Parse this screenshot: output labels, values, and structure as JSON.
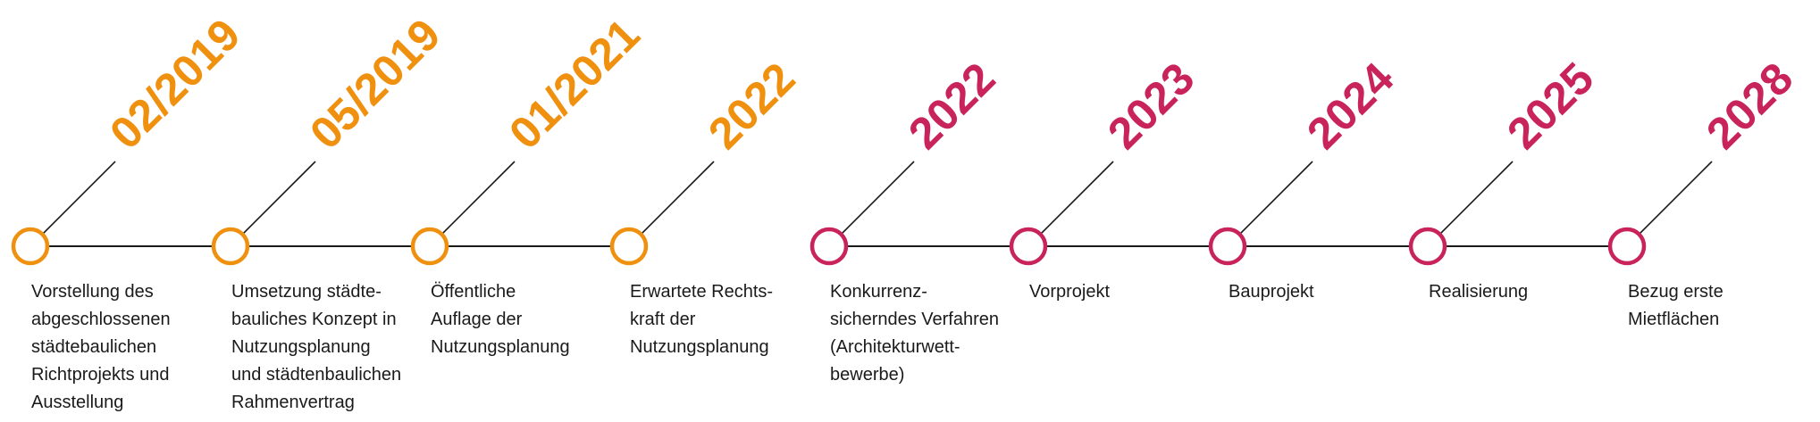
{
  "colors": {
    "orange": "#F0900F",
    "magenta": "#C8235A",
    "line": "#1a1a1a",
    "text": "#1a1a1a"
  },
  "milestones": [
    {
      "date": "02/2019",
      "color": "orange",
      "text": [
        "Vorstellung des",
        "abgeschlossenen",
        "städtebaulichen",
        "Richtprojekts und",
        "Ausstellung"
      ]
    },
    {
      "date": "05/2019",
      "color": "orange",
      "text": [
        "Umsetzung städte-",
        "bauliches Konzept in",
        "Nutzungsplanung",
        "und städtenbaulichen",
        "Rahmenvertrag"
      ]
    },
    {
      "date": "01/2021",
      "color": "orange",
      "text": [
        "Öffentliche",
        "Auflage der",
        "Nutzungsplanung"
      ]
    },
    {
      "date": "2022",
      "color": "orange",
      "text": [
        "Erwartete Rechts-",
        "kraft der",
        "Nutzungsplanung"
      ]
    },
    {
      "date": "2022",
      "color": "magenta",
      "text": [
        "Konkurrenz-",
        "sicherndes Verfahren",
        "(Architekturwett-",
        "bewerbe)"
      ]
    },
    {
      "date": "2023",
      "color": "magenta",
      "text": [
        "Vorprojekt"
      ]
    },
    {
      "date": "2024",
      "color": "magenta",
      "text": [
        "Bauprojekt"
      ]
    },
    {
      "date": "2025",
      "color": "magenta",
      "text": [
        "Realisierung"
      ]
    },
    {
      "date": "2028",
      "color": "magenta",
      "text": [
        "Bezug erste",
        "Mietflächen"
      ]
    }
  ]
}
